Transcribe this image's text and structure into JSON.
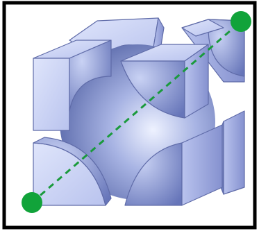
{
  "figure": {
    "colors": {
      "frame": "#000000",
      "sphere_light": "#eef2ff",
      "sphere_mid": "#a7b3e3",
      "sphere_dark": "#5e6dad",
      "face_light": "#dfe5fb",
      "face_mid": "#b9c3ee",
      "face_dark": "#8591cf",
      "curve_light": "#c9d2f4",
      "curve_dark": "#6675b9",
      "outline": "#5f6ba8",
      "diagonal": "#1a9a3c",
      "endpoint": "#11a33a"
    },
    "icons": [
      "unit-cell-sphere",
      "corner-sphere-octant",
      "body-diagonal-line",
      "endpoint-dot"
    ]
  }
}
